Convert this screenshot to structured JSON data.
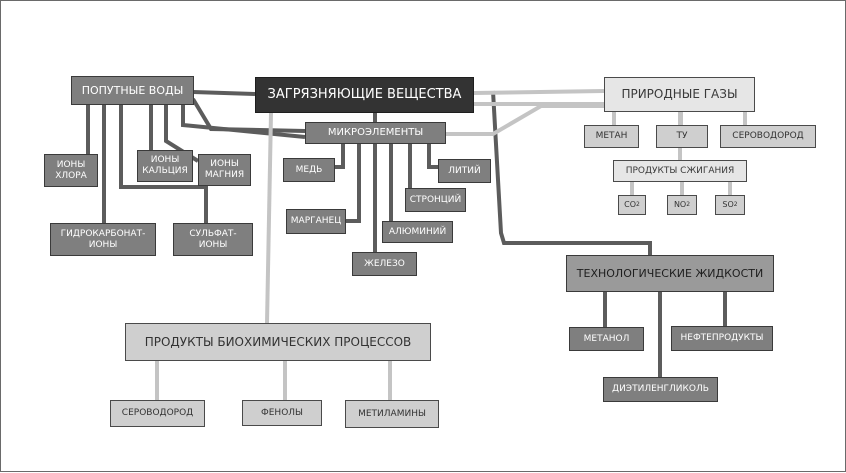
{
  "nodes": {
    "pollutants": "ЗАГРЯЗНЯЮЩИЕ ВЕЩЕСТВА",
    "associated_waters": "ПОПУТНЫЕ ВОДЫ",
    "natural_gases": "ПРИРОДНЫЕ ГАЗЫ",
    "microelements": "МИКРОЭЛЕМЕНТЫ",
    "chlorine_ions": [
      "ИОНЫ",
      "ХЛОРА"
    ],
    "calcium_ions": [
      "ИОНЫ",
      "КАЛЬЦИЯ"
    ],
    "magnesium_ions": [
      "ИОНЫ",
      "МАГНИЯ"
    ],
    "bicarbonate_ions": [
      "ГИДРОКАРБОНАТ-",
      "ИОНЫ"
    ],
    "sulfate_ions": [
      "СУЛЬФАТ-",
      "ИОНЫ"
    ],
    "copper": "МЕДЬ",
    "manganese": "МАРГАНЕЦ",
    "iron": "ЖЕЛЕЗО",
    "aluminum": "АЛЮМИНИЙ",
    "strontium": "СТРОНЦИЙ",
    "lithium": "ЛИТИЙ",
    "methane": "МЕТАН",
    "tu": "ТУ",
    "hydrogen_sulfide_gas": "СЕРОВОДОРОД",
    "combustion_products": "ПРОДУКТЫ СЖИГАНИЯ",
    "co2": {
      "base": "CO",
      "sub": "2"
    },
    "no2": {
      "base": "NO",
      "sub": "2"
    },
    "so2": {
      "base": "SO",
      "sub": "2"
    },
    "tech_fluids": "ТЕХНОЛОГИЧЕСКИЕ ЖИДКОСТИ",
    "methanol": "МЕТАНОЛ",
    "oil_products": "НЕФТЕПРОДУКТЫ",
    "diethylene_glycol": "ДИЭТИЛЕНГЛИКОЛЬ",
    "biochem_products": "ПРОДУКТЫ БИОХИМИЧЕСКИХ ПРОЦЕССОВ",
    "hydrogen_sulfide_bio": "СЕРОВОДОРОД",
    "phenols": "ФЕНОЛЫ",
    "methylamines": "МЕТИЛАМИНЫ"
  },
  "colors": {
    "dark_fill": "#333333",
    "mid_fill": "#7f7f7f",
    "light_fill": "#cfcfcf",
    "pale_fill": "#e6e6e6",
    "connector_dark": "#5c5c5c",
    "connector_light": "#c4c4c4"
  }
}
